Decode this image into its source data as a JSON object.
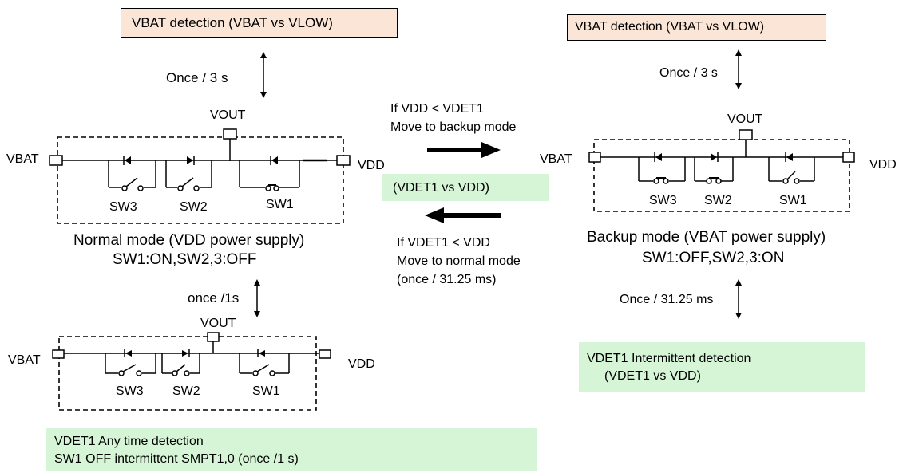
{
  "vbat_detection_left": "VBAT detection (VBAT vs VLOW)",
  "vbat_detection_right": "VBAT detection (VBAT vs VLOW)",
  "once_3s_left": "Once / 3 s",
  "once_3s_right": "Once / 3 s",
  "normal_circuit": {
    "vout": "VOUT",
    "vbat": "VBAT",
    "vdd": "VDD",
    "sw3": "SW3",
    "sw2": "SW2",
    "sw1": "SW1"
  },
  "normal_mode_title": "Normal mode (VDD power supply)",
  "normal_mode_switches": "SW1:ON,SW2,3:OFF",
  "once_1s": "once /1s",
  "intermittent_circuit": {
    "vout": "VOUT",
    "vbat": "VBAT",
    "vdd": "VDD",
    "sw3": "SW3",
    "sw2": "SW2",
    "sw1": "SW1"
  },
  "anytime_detection": {
    "line1": "VDET1 Any time detection",
    "line2": "SW1 OFF intermittent  SMPT1,0  (once /1 s)"
  },
  "transition_to_backup": {
    "line1": "If VDD < VDET1",
    "line2": "Move to backup mode"
  },
  "compare_label": "(VDET1  vs  VDD)",
  "transition_to_normal": {
    "line1": "If VDET1 < VDD",
    "line2": "Move to normal mode",
    "line3": "(once / 31.25 ms)"
  },
  "backup_circuit": {
    "vout": "VOUT",
    "vbat": "VBAT",
    "vdd": "VDD",
    "sw3": "SW3",
    "sw2": "SW2",
    "sw1": "SW1"
  },
  "backup_mode_title": "Backup mode (VBAT power supply)",
  "backup_mode_switches": "SW1:OFF,SW2,3:ON",
  "once_31ms": "Once / 31.25 ms",
  "intermittent_detection": {
    "line1": "VDET1 Intermittent detection",
    "line2": "(VDET1 vs VDD)"
  },
  "colors": {
    "orange_box": "#fbe5d6",
    "green_box": "#d6f5d6"
  }
}
